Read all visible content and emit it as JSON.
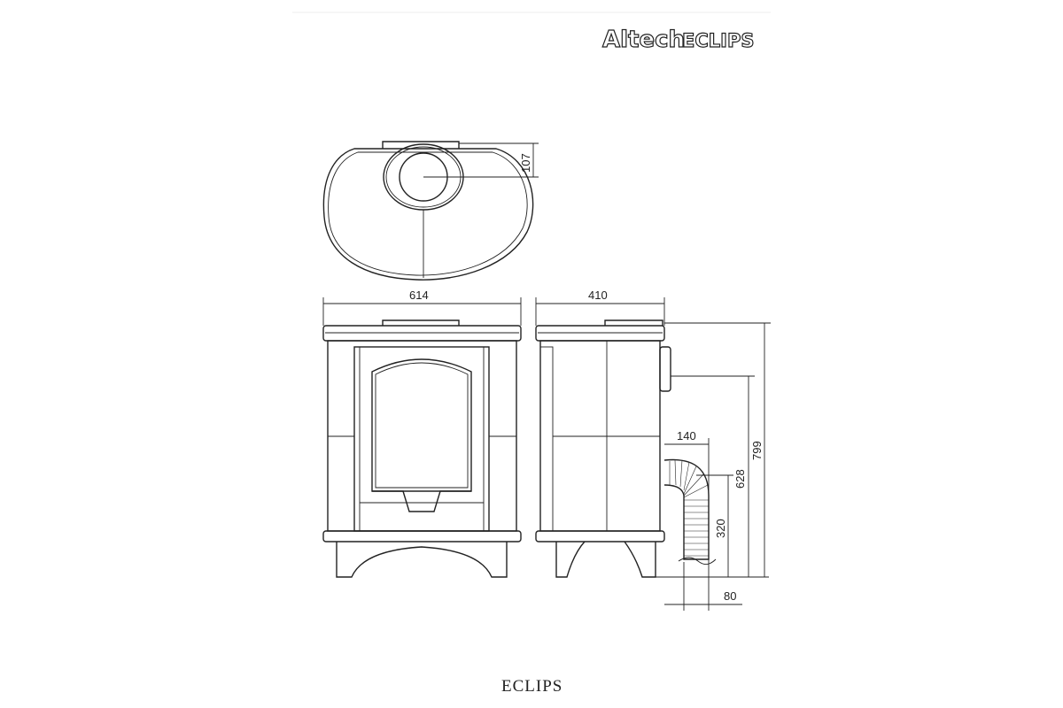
{
  "logo": {
    "brand": "Altech",
    "model": "ECLIPS"
  },
  "dimensions": {
    "flue_offset": "107",
    "width": "614",
    "depth": "410",
    "height_total": "799",
    "height_flue_rear": "628",
    "height_pipe": "320",
    "pipe_offset": "140",
    "pipe_wall": "80"
  },
  "title": "ECLIPS",
  "colors": {
    "line": "#222222",
    "background": "#ffffff"
  }
}
